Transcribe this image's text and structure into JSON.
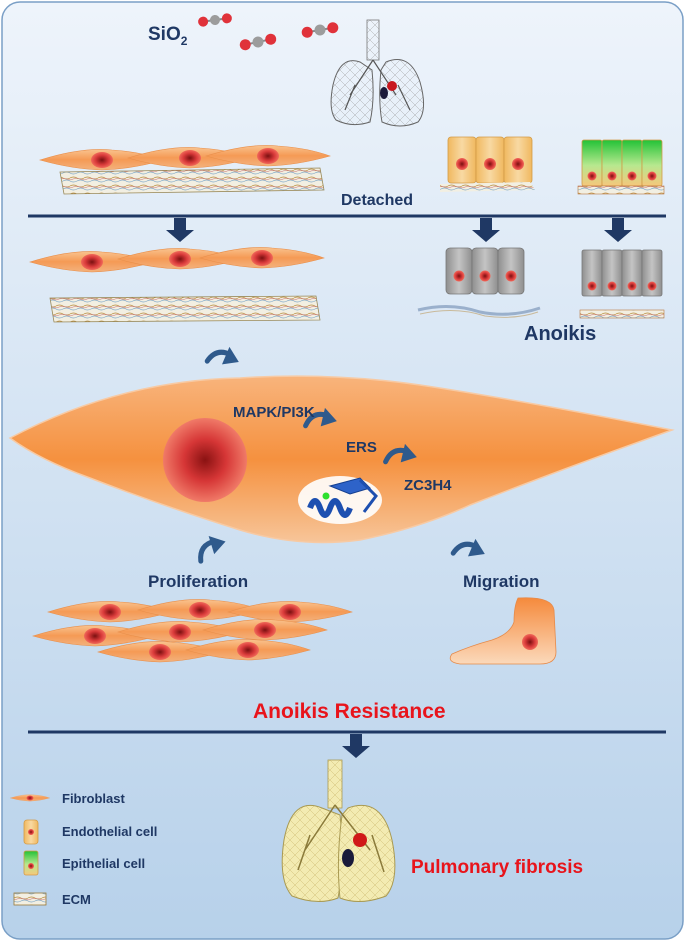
{
  "labels": {
    "sio2": "SiO",
    "sio2_sub": "2",
    "detached": "Detached",
    "anoikis": "Anoikis",
    "mapk": "MAPK/PI3K",
    "ers": "ERS",
    "zc3h4": "ZC3H4",
    "proliferation": "Proliferation",
    "migration": "Migration",
    "anoikis_resistance": "Anoikis Resistance",
    "pulmonary_fibrosis": "Pulmonary fibrosis"
  },
  "legend": [
    {
      "label": "Fibroblast",
      "icon": "fibroblast-icon"
    },
    {
      "label": "Endothelial cell",
      "icon": "endothelial-cell-icon"
    },
    {
      "label": "Epithelial cell",
      "icon": "epithelial-cell-icon"
    },
    {
      "label": "ECM",
      "icon": "ecm-icon"
    }
  ],
  "colors": {
    "navy": "#1f3864",
    "red_text": "#e8141b",
    "fibroblast": "#f5a060",
    "nucleus": "#d9363a",
    "endothelial": "#f3c47a",
    "epithelial_green": "#39c43c",
    "gray_cell": "#a8a8a8",
    "arrow_blue": "#2f5a8c",
    "lung_fill": "#f3ebb2"
  }
}
